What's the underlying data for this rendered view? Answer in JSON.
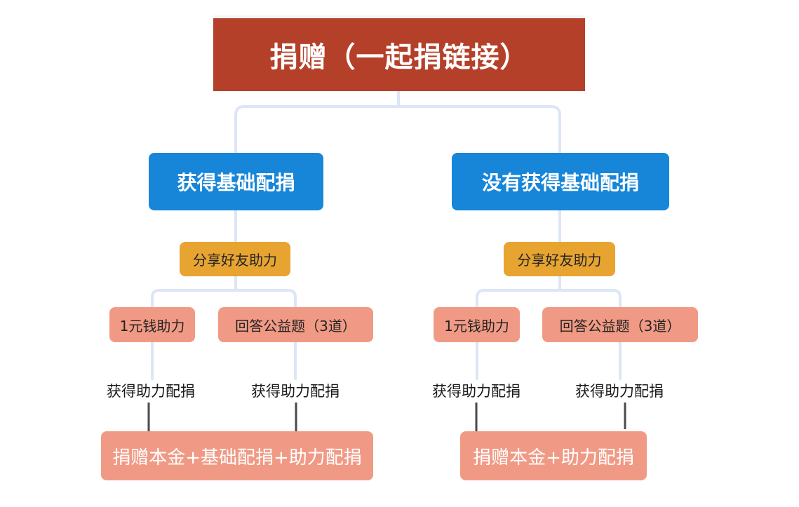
{
  "root": {
    "title": "捐赠（一起捐链接）"
  },
  "branches": [
    {
      "title": "获得基础配捐",
      "share": "分享好友助力",
      "options": [
        "1元钱助力",
        "回答公益题（3道）"
      ],
      "results": [
        "获得助力配捐",
        "获得助力配捐"
      ],
      "total": "捐赠本金+基础配捐+助力配捐"
    },
    {
      "title": "没有获得基础配捐",
      "share": "分享好友助力",
      "options": [
        "1元钱助力",
        "回答公益题（3道）"
      ],
      "results": [
        "获得助力配捐",
        "获得助力配捐"
      ],
      "total": "捐赠本金+助力配捐"
    }
  ],
  "colors": {
    "root": "#b5402a",
    "branch": "#1786d9",
    "share": "#e7a431",
    "option": "#f09a85",
    "connector": "#dde6f5",
    "dark_connector": "#4a4a4a"
  }
}
